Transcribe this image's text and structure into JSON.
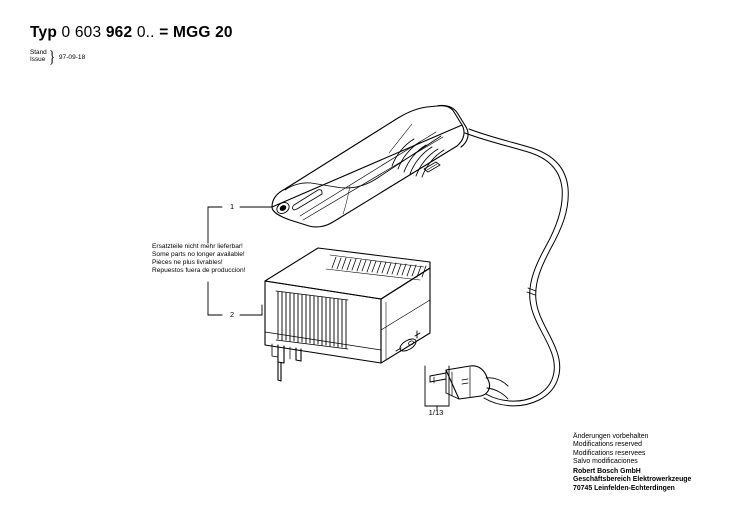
{
  "header": {
    "type_label": "Typ",
    "number_part_1": "0 603",
    "number_part_2": "962",
    "number_part_3": "0..",
    "equals": "=",
    "model": "MGG 20",
    "issue_label_de": "Stand",
    "issue_label_en": "Issue",
    "issue_brace": "}",
    "issue_date": "97-09-18"
  },
  "note": {
    "line_de": "Ersatzteile nicht mehr lieferbar!",
    "line_en": "Some parts no longer available!",
    "line_fr": "Pièces ne plus livrables!",
    "line_es": "Repuestos fuera de produccion!"
  },
  "callouts": {
    "item_1": "1",
    "item_2": "2"
  },
  "scale": {
    "label": "1/13"
  },
  "footer": {
    "line_de": "Änderungen vorbehalten",
    "line_en": "Modifications reserved",
    "line_fr": "Modifications reservees",
    "line_es": "Salvo modificaciones",
    "company": "Robert Bosch GmbH",
    "division": "Geschäftsbereich Elektrowerkzeuge",
    "address": "70745 Leinfelden-Echterdingen"
  },
  "colors": {
    "ink": "#000000",
    "paper": "#ffffff"
  }
}
